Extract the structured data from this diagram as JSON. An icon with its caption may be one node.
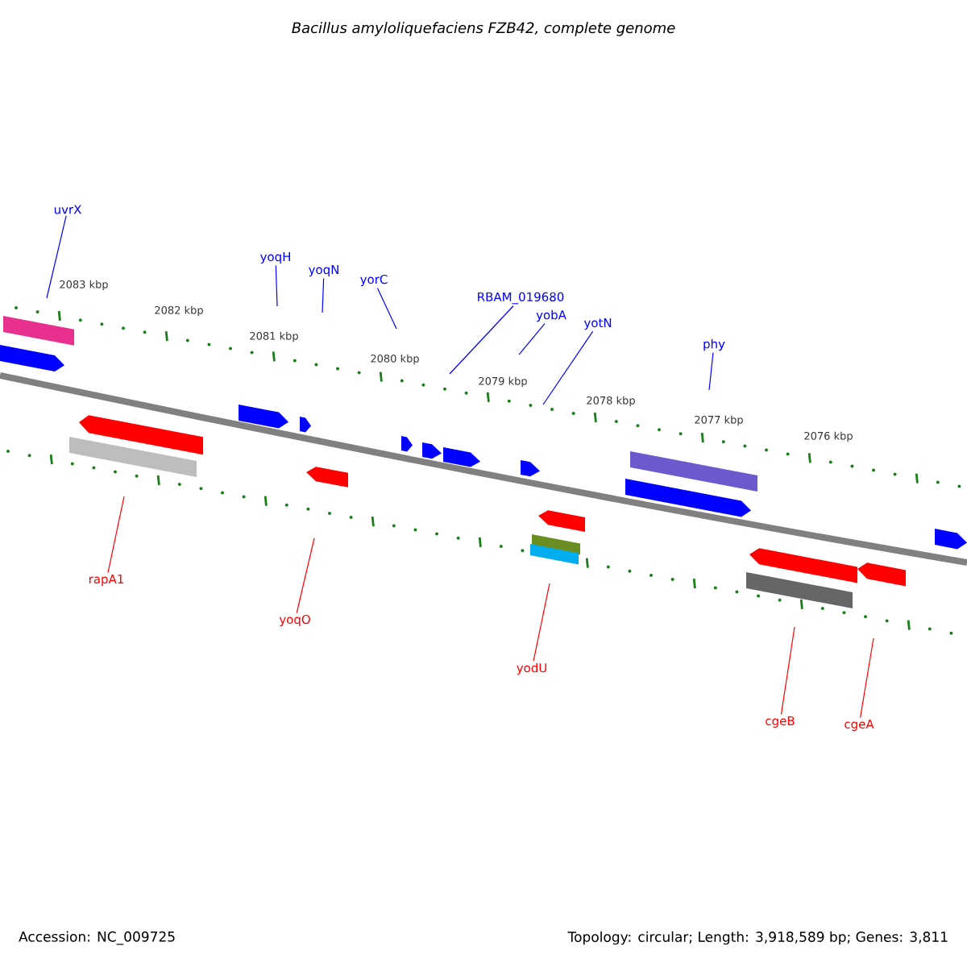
{
  "diagram": {
    "title": "Bacillus amyloliquefaciens FZB42, complete genome",
    "nodes": [
      {
        "text": [
          "uvrX"
        ]
      },
      {
        "text": [
          "yoqH"
        ]
      },
      {
        "text": [
          "yoqN"
        ]
      },
      {
        "text": [
          "yorC"
        ]
      },
      {
        "text": [
          "RBAM_019680"
        ]
      },
      {
        "text": [
          "yobA"
        ]
      },
      {
        "text": [
          "yotN"
        ]
      },
      {
        "text": [
          "phy"
        ]
      },
      {
        "text": [
          "rapA1"
        ]
      },
      {
        "text": [
          "yoqO"
        ]
      },
      {
        "text": [
          "yodU"
        ]
      },
      {
        "text": [
          "cgeB"
        ]
      },
      {
        "text": [
          "cgeA"
        ]
      }
    ],
    "edges": [
      {
        "from": 0,
        "to": null,
        "arrow": "none"
      },
      {
        "from": 1,
        "to": null,
        "arrow": "none"
      },
      {
        "from": 2,
        "to": null,
        "arrow": "none"
      },
      {
        "from": 3,
        "to": null,
        "arrow": "none"
      },
      {
        "from": 4,
        "to": null,
        "arrow": "none"
      },
      {
        "from": 5,
        "to": null,
        "arrow": "none"
      },
      {
        "from": 6,
        "to": null,
        "arrow": "none"
      },
      {
        "from": 7,
        "to": null,
        "arrow": "none"
      },
      {
        "from": 8,
        "to": null,
        "arrow": "none",
        "color": "#ff0000"
      },
      {
        "from": 9,
        "to": null,
        "arrow": "none",
        "color": "#ff0000"
      },
      {
        "from": 10,
        "to": null,
        "arrow": "none",
        "color": "#ff0000"
      },
      {
        "from": 11,
        "to": null,
        "arrow": "none",
        "color": "#ff0000"
      },
      {
        "from": 12,
        "to": null,
        "arrow": "none",
        "color": "#ff0000"
      }
    ],
    "labels": [
      "2083 kbp",
      "2082 kbp",
      "2081 kbp",
      "2080 kbp",
      "2079 kbp",
      "2078 kbp",
      "2077 kbp",
      "2076 kbp",
      "Accession: NC_009725",
      "Topology: circular; Length: 3,918,589 bp; Genes: 3,811"
    ]
  }
}
